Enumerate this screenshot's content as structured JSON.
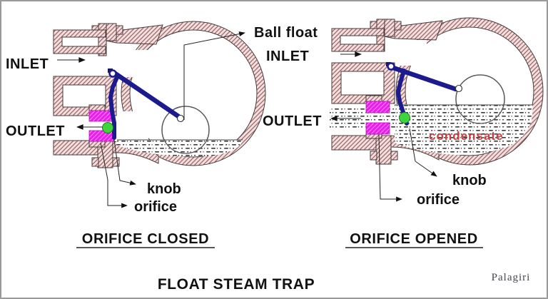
{
  "colors": {
    "shell_hatch_line": "#a06868",
    "shell_hatch_bg": "#f3dfdf",
    "outline": "#4a3a3a",
    "lever_navy": "#1b1b8e",
    "orifice_magenta": "#ea1eea",
    "knob_green": "#3ed43e",
    "condensate_text_red": "#c84040",
    "label_black": "#111111",
    "signature_gray": "#45454e",
    "frame_gray": "#9a9a9a"
  },
  "diagram": {
    "ball_float_label": "Ball float",
    "title": "FLOAT STEAM TRAP",
    "signature": "Palagiri",
    "left": {
      "inlet": "INLET",
      "outlet": "OUTLET",
      "knob": "knob",
      "orifice": "orifice",
      "caption": "ORIFICE CLOSED"
    },
    "right": {
      "inlet": "INLET",
      "outlet": "OUTLET",
      "knob": "knob",
      "orifice": "orifice",
      "condensate": "condensate",
      "caption": "ORIFICE OPENED"
    }
  }
}
